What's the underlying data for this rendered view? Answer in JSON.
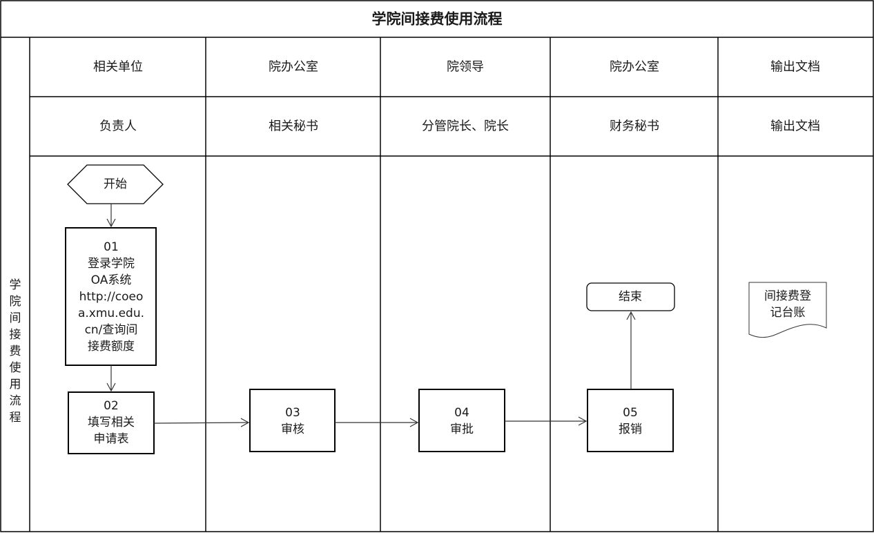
{
  "title": "学院间接费使用流程",
  "side_label": [
    "学",
    "院",
    "间",
    "接",
    "费",
    "使",
    "用",
    "流",
    "程"
  ],
  "lanes": [
    {
      "dept": "相关单位",
      "role": "负责人"
    },
    {
      "dept": "院办公室",
      "role": "相关秘书"
    },
    {
      "dept": "院领导",
      "role": "分管院长、院长"
    },
    {
      "dept": "院办公室",
      "role": "财务秘书"
    },
    {
      "dept": "输出文档",
      "role": "输出文档"
    }
  ],
  "nodes": {
    "start": {
      "label": "开始"
    },
    "n01": {
      "lines": [
        "01",
        "登录学院",
        "OA系统",
        "http://coeo",
        "a.xmu.edu.",
        "cn/查询间",
        "接费额度"
      ]
    },
    "n02": {
      "lines": [
        "02",
        "填写相关",
        "申请表"
      ]
    },
    "n03": {
      "lines": [
        "03",
        "审核"
      ]
    },
    "n04": {
      "lines": [
        "04",
        "审批"
      ]
    },
    "n05": {
      "lines": [
        "05",
        "报销"
      ]
    },
    "end": {
      "label": "结束"
    },
    "doc": {
      "lines": [
        "间接费登",
        "记台账"
      ]
    }
  }
}
